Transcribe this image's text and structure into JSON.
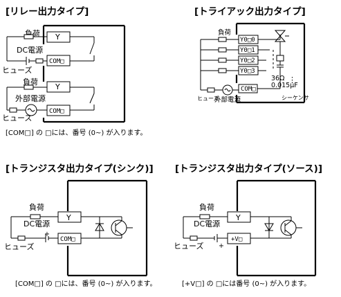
{
  "relay": {
    "title": "[リレー出力タイプ]",
    "load1": "負荷",
    "dc_supply": "DC電源",
    "fuse1": "ヒューズ",
    "y_term": "Y",
    "com_term1": "COM□",
    "load2": "負荷",
    "ext_supply": "外部電源",
    "fuse2": "ヒューズ",
    "y_term2": "Y",
    "com_term2": "COM□",
    "note": "[COM□] の □には、番号 (0~) が入ります。"
  },
  "triac": {
    "title": "[トライアック出力タイプ]",
    "load": "負荷",
    "terms": [
      "Y0□0",
      "Y0□1",
      "Y0□2",
      "Y0□3"
    ],
    "dots": "⋮",
    "resistor": "36Ω",
    "capacitor": "0.015μF",
    "com": "COM□",
    "fuse": "ヒューズ",
    "ext_supply": "外部電源",
    "sequencer": "シーケンサ"
  },
  "sink": {
    "title": "[トランジスタ出力タイプ(シンク)]",
    "load": "負荷",
    "dc_supply": "DC電源",
    "fuse": "ヒューズ",
    "y_term": "Y",
    "com_term": "COM□",
    "plus": "+",
    "note": "[COM□] の □には、番号 (0~) が入ります。"
  },
  "source": {
    "title": "[トランジスタ出力タイプ(ソース)]",
    "load": "負荷",
    "dc_supply": "DC電源",
    "fuse": "ヒューズ",
    "y_term": "Y",
    "v_term": "+V□",
    "plus": "+",
    "note": "[+V□] の □には番号 (0~) が入ります。"
  }
}
